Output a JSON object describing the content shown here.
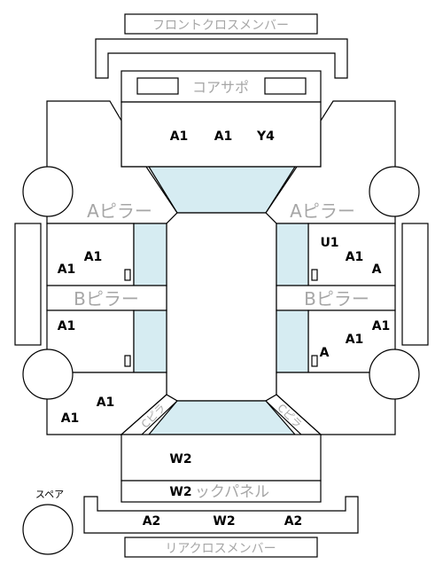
{
  "labels": {
    "front_cross_member": "フロントクロスメンバー",
    "core_support": "コアサポ",
    "a_pillar_left": "Aピラー",
    "a_pillar_right": "Aピラー",
    "b_pillar_left": "Bピラー",
    "b_pillar_right": "Bピラー",
    "back_panel": "ックパネル",
    "rear_cross_member": "リアクロスメンバー",
    "spare": "スペア",
    "c_pillar_left": "Cピラ",
    "c_pillar_right": "Cピラ"
  },
  "codes": {
    "hood_1": "A1",
    "hood_2": "A1",
    "hood_3": "Y4",
    "left_front_fender_1": "A1",
    "left_front_fender_2": "A1",
    "right_front_fender_1": "U1",
    "right_front_fender_2": "A1",
    "right_front_fender_3": "A",
    "left_rear_door": "A1",
    "right_rear_door_1": "A1",
    "right_rear_door_2": "A1",
    "right_rear_door_3": "A",
    "left_quarter_1": "A1",
    "left_quarter_2": "A1",
    "trunk": "W2",
    "back_panel": "W2",
    "rear_bumper_1": "A2",
    "rear_bumper_2": "W2",
    "rear_bumper_3": "A2"
  }
}
